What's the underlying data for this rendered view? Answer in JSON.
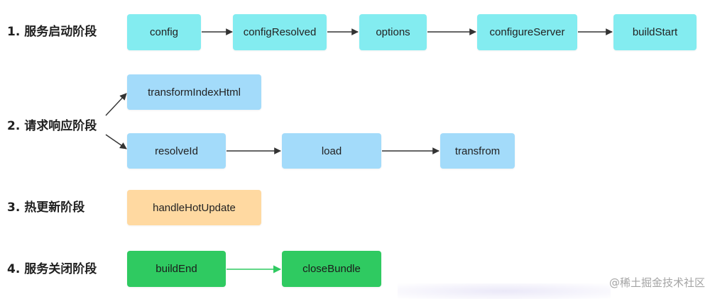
{
  "stages": [
    {
      "label": "1. 服务启动阶段"
    },
    {
      "label": "2. 请求响应阶段"
    },
    {
      "label": "3. 热更新阶段"
    },
    {
      "label": "4. 服务关闭阶段"
    }
  ],
  "hooks": {
    "config": "config",
    "configResolved": "configResolved",
    "options": "options",
    "configureServer": "configureServer",
    "buildStart": "buildStart",
    "transformIndexHtml": "transformIndexHtml",
    "resolveId": "resolveId",
    "load": "load",
    "transfrom": "transfrom",
    "handleHotUpdate": "handleHotUpdate",
    "buildEnd": "buildEnd",
    "closeBundle": "closeBundle"
  },
  "colors": {
    "startup": "#83ecf0",
    "request": "#a3dbfa",
    "hotupdate": "#ffd9a1",
    "close": "#2fca61",
    "arrow": "#333333",
    "arrow_close": "#2fca61"
  },
  "watermark": "@稀土掘金技术社区"
}
